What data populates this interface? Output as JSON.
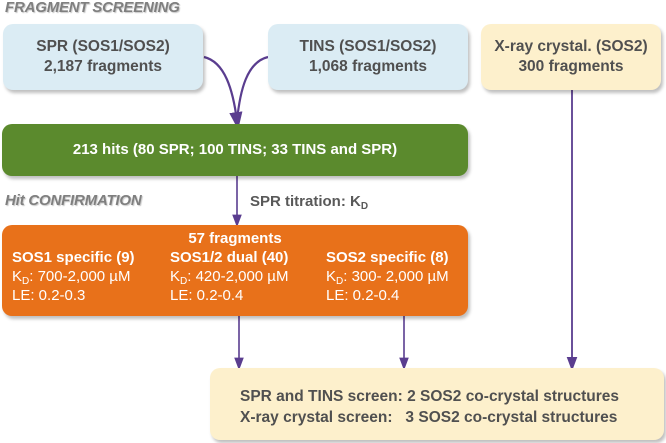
{
  "sections": {
    "screening_title": "FRAGMENT SCREENING",
    "confirmation_title": "Hit CONFIRMATION"
  },
  "screens": [
    {
      "name": "SPR (SOS1/SOS2)",
      "count": "2,187 fragments"
    },
    {
      "name": "TINS (SOS1/SOS2)",
      "count": "1,068 fragments"
    },
    {
      "name": "X-ray crystal. (SOS2)",
      "count": "300 fragments"
    }
  ],
  "hits": {
    "label": "213 hits (80 SPR; 100 TINS; 33 TINS and SPR)"
  },
  "titration": {
    "label": "SPR titration: K",
    "subscript": "D"
  },
  "confirmed": {
    "header": "57 fragments",
    "groups": [
      {
        "title": "SOS1 specific (9)",
        "kd_prefix": "K",
        "kd_sub": "D",
        "kd_value": ": 700-2,000 µM",
        "le": "LE: 0.2-0.3"
      },
      {
        "title": "SOS1/2 dual (40)",
        "kd_prefix": "K",
        "kd_sub": "D",
        "kd_value": ": 420-2,000 µM",
        "le": "LE: 0.2-0.4"
      },
      {
        "title": "SOS2 specific (8)",
        "kd_prefix": "K",
        "kd_sub": "D",
        "kd_value": ": 300- 2,000 µM",
        "le": "LE: 0.2-0.4"
      }
    ]
  },
  "results": {
    "line1": "SPR and TINS screen: 2 SOS2 co-crystal structures",
    "line2": "X-ray crystal screen:   3 SOS2 co-crystal structures"
  },
  "colors": {
    "blue_box": "#dbecf4",
    "cream_box": "#fdf0cc",
    "green_box": "#5b8a2d",
    "orange_box": "#e8711a",
    "arrow": "#5a3d8f",
    "title_gray": "#7f7f7f"
  }
}
